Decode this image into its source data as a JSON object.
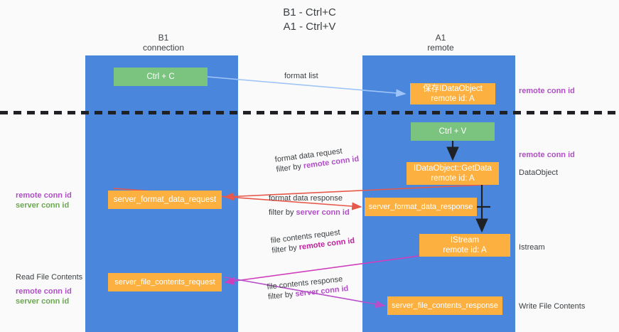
{
  "title": {
    "line1": "B1 - Ctrl+C",
    "line2": "A1 - Ctrl+V"
  },
  "lanes": [
    {
      "name": "B1",
      "sub": "connection",
      "color": "#4a86dc"
    },
    {
      "name": "A1",
      "sub": "remote",
      "color": "#4a86dc"
    }
  ],
  "nodes": {
    "ctrl_c": {
      "label": "Ctrl + C",
      "color": "#7bc47f"
    },
    "format_list_obj": {
      "line1": "保存IDataObject",
      "line2": "remote id: A",
      "color": "#fbb03f"
    },
    "ctrl_v": {
      "label": "Ctrl + V",
      "color": "#7bc47f"
    },
    "getdata": {
      "line1": "IDataObject::GetData",
      "line2": "remote id: A",
      "color": "#fbb03f"
    },
    "server_format_data_request": {
      "label": "server_format_data_request",
      "color": "#fbb03f"
    },
    "server_format_data_response": {
      "label": "server_format_data_response",
      "color": "#fbb03f"
    },
    "istream": {
      "line1": "IStream",
      "line2": "remote id: A",
      "color": "#fbb03f"
    },
    "server_file_contents_request": {
      "label": "server_file_contents_request",
      "color": "#fbb03f"
    },
    "server_file_contents_response": {
      "label": "server_file_contents_response",
      "color": "#fbb03f"
    }
  },
  "edges": {
    "format_list": {
      "label": "format list",
      "color": "#9fc5f8"
    },
    "format_data_request": {
      "line1": "format data request",
      "prefix": "filter by ",
      "key": "remote conn id",
      "color": "#e8584a"
    },
    "format_data_response": {
      "line1": "format data response",
      "prefix": "filter by ",
      "key": "server conn id",
      "color": "#e8584a"
    },
    "file_contents_request": {
      "line1": "file contents request",
      "prefix": "filter by ",
      "key": "remote conn id",
      "color": "#cf3fbb"
    },
    "file_contents_response": {
      "line1": "file contents response",
      "prefix": "filter by ",
      "key": "server conn id",
      "color": "#b94ec9"
    }
  },
  "side_labels": {
    "remote_conn_id_top": "remote conn id",
    "remote_conn_id_middle": "remote conn id",
    "dataobject": "DataObject",
    "istream": "Istream",
    "write_file_contents": "Write File Contents",
    "left_middle": {
      "purple": "remote conn id",
      "green": "server conn id"
    },
    "left_bottom": {
      "plain": "Read File Contents",
      "purple": "remote conn id",
      "green": "server conn id"
    }
  },
  "colors": {
    "lane": "#4a86dc",
    "green_node": "#7bc47f",
    "orange_node": "#fbb03f",
    "purple_key": "#b14ec7",
    "green_key": "#6aa84f",
    "divider": "#202124",
    "background": "#fafafa"
  }
}
